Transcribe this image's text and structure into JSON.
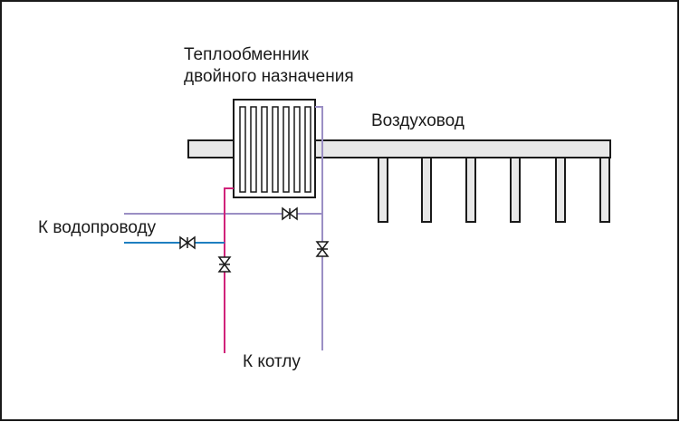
{
  "labels": {
    "heat_exchanger_line1": "Теплообменник",
    "heat_exchanger_line2": "двойного назначения",
    "air_duct": "Воздуховод",
    "to_water_supply": "К водопроводу",
    "to_boiler": "К котлу"
  },
  "colors": {
    "hot_pipe": "#d0237a",
    "return_pipe": "#9b8fc4",
    "water_pipe": "#1e7fc0",
    "outline": "#1a1a1a",
    "duct_fill": "#e8e8e8"
  },
  "icons": [
    "gate-valve-icon"
  ]
}
